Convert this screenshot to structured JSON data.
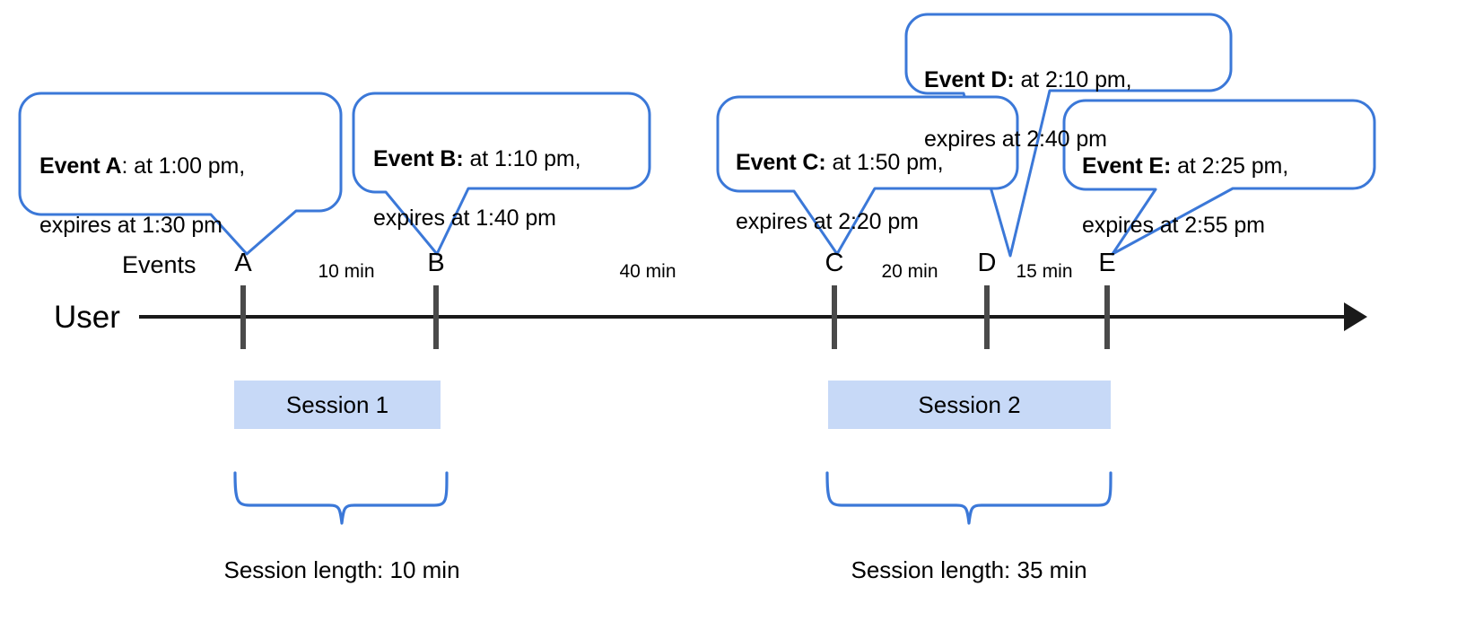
{
  "diagram": {
    "title_absent": true,
    "accent_color": "#3b78d8",
    "session_fill": "#c7d9f7",
    "axis_color": "#1a1a1a",
    "tick_color": "#4a4a4a"
  },
  "axis": {
    "row_label": "User",
    "events_label": "Events"
  },
  "events": [
    {
      "id": "A",
      "marker_label": "A",
      "lead": "Event A",
      "separator": ": ",
      "body_line1": "at 1:00 pm,",
      "body_line2": "expires at 1:30 pm",
      "start_time": "1:00 pm",
      "expires_time": "1:30 pm"
    },
    {
      "id": "B",
      "marker_label": "B",
      "lead": "Event B:",
      "separator": " ",
      "body_line1": "at 1:10 pm,",
      "body_line2": "expires at 1:40 pm",
      "start_time": "1:10 pm",
      "expires_time": "1:40 pm"
    },
    {
      "id": "C",
      "marker_label": "C",
      "lead": "Event C:",
      "separator": " ",
      "body_line1": "at 1:50 pm,",
      "body_line2": "expires at 2:20 pm",
      "start_time": "1:50 pm",
      "expires_time": "2:20 pm"
    },
    {
      "id": "D",
      "marker_label": "D",
      "lead": "Event D:",
      "separator": " ",
      "body_line1": "at 2:10 pm,",
      "body_line2": "expires at 2:40 pm",
      "start_time": "2:10 pm",
      "expires_time": "2:40 pm"
    },
    {
      "id": "E",
      "marker_label": "E",
      "lead": "Event E:",
      "separator": " ",
      "body_line1": "at 2:25 pm,",
      "body_line2": "expires at 2:55 pm",
      "start_time": "2:25 pm",
      "expires_time": "2:55 pm"
    }
  ],
  "intervals": [
    {
      "label": "10 min",
      "from": "A",
      "to": "B"
    },
    {
      "label": "40 min",
      "from": "B",
      "to": "C"
    },
    {
      "label": "20 min",
      "from": "C",
      "to": "D"
    },
    {
      "label": "15 min",
      "from": "D",
      "to": "E"
    }
  ],
  "sessions": [
    {
      "bar_label": "Session 1",
      "caption": "Session length: 10 min",
      "length": "10 min"
    },
    {
      "bar_label": "Session 2",
      "caption": "Session length: 35 min",
      "length": "35 min"
    }
  ]
}
